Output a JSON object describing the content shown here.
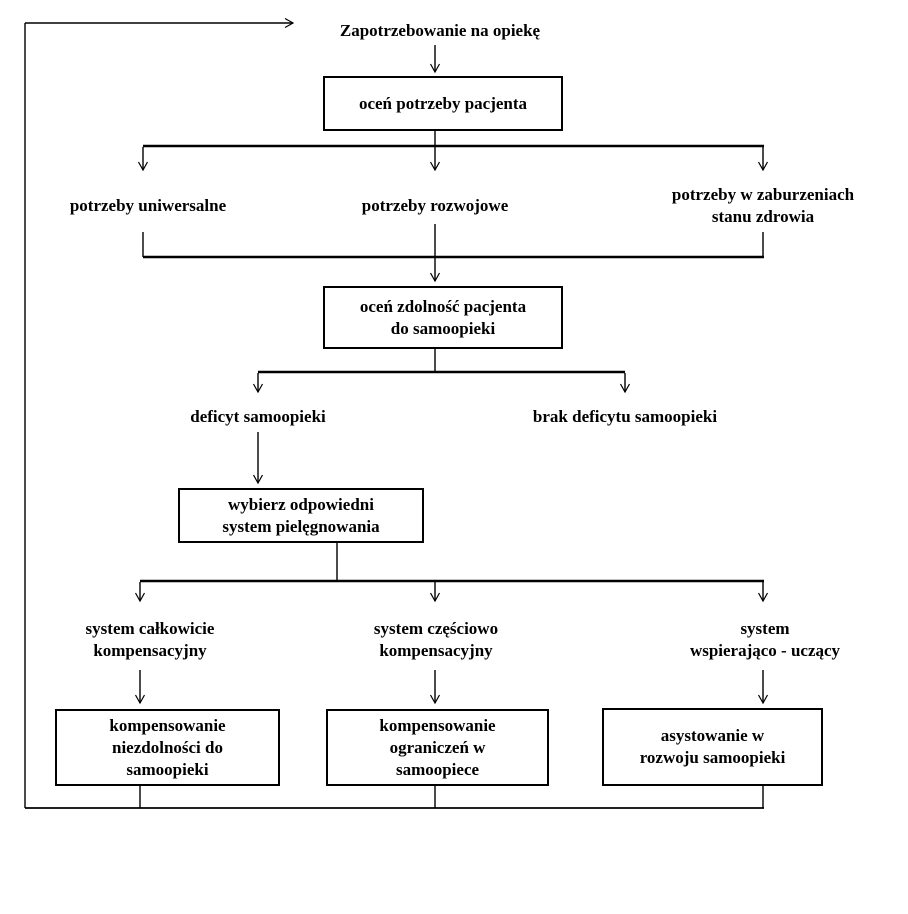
{
  "flow": {
    "title": "Zapotrzebowanie na opiekę",
    "assess_needs": {
      "lines": [
        "oceń potrzeby pacjenta"
      ]
    },
    "needs_universal": {
      "lines": [
        "potrzeby uniwersalne"
      ]
    },
    "needs_developmental": {
      "lines": [
        "potrzeby rozwojowe"
      ]
    },
    "needs_health": {
      "lines": [
        "potrzeby w zaburzeniach",
        "stanu zdrowia"
      ]
    },
    "assess_ability": {
      "lines": [
        "oceń zdolność pacjenta",
        "do samoopieki"
      ]
    },
    "deficit": {
      "lines": [
        "deficyt samoopieki"
      ]
    },
    "no_deficit": {
      "lines": [
        "brak deficytu samoopieki"
      ]
    },
    "choose_system": {
      "lines": [
        "wybierz odpowiedni",
        "system pielęgnowania"
      ]
    },
    "system_wholly": {
      "lines": [
        "system całkowicie",
        "kompensacyjny"
      ]
    },
    "system_partly": {
      "lines": [
        "system częściowo",
        "kompensacyjny"
      ]
    },
    "system_supportive": {
      "lines": [
        "system",
        "wspierająco - uczący"
      ]
    },
    "compensate_inability": {
      "lines": [
        "kompensowanie",
        "niezdolności do",
        "samoopieki"
      ]
    },
    "compensate_limits": {
      "lines": [
        "kompensowanie",
        "ograniczeń w",
        "samoopiece"
      ]
    },
    "assist_development": {
      "lines": [
        "asystowanie w",
        "rozwoju samoopieki"
      ]
    },
    "colors": {
      "line": "#000000",
      "background": "#ffffff"
    }
  }
}
